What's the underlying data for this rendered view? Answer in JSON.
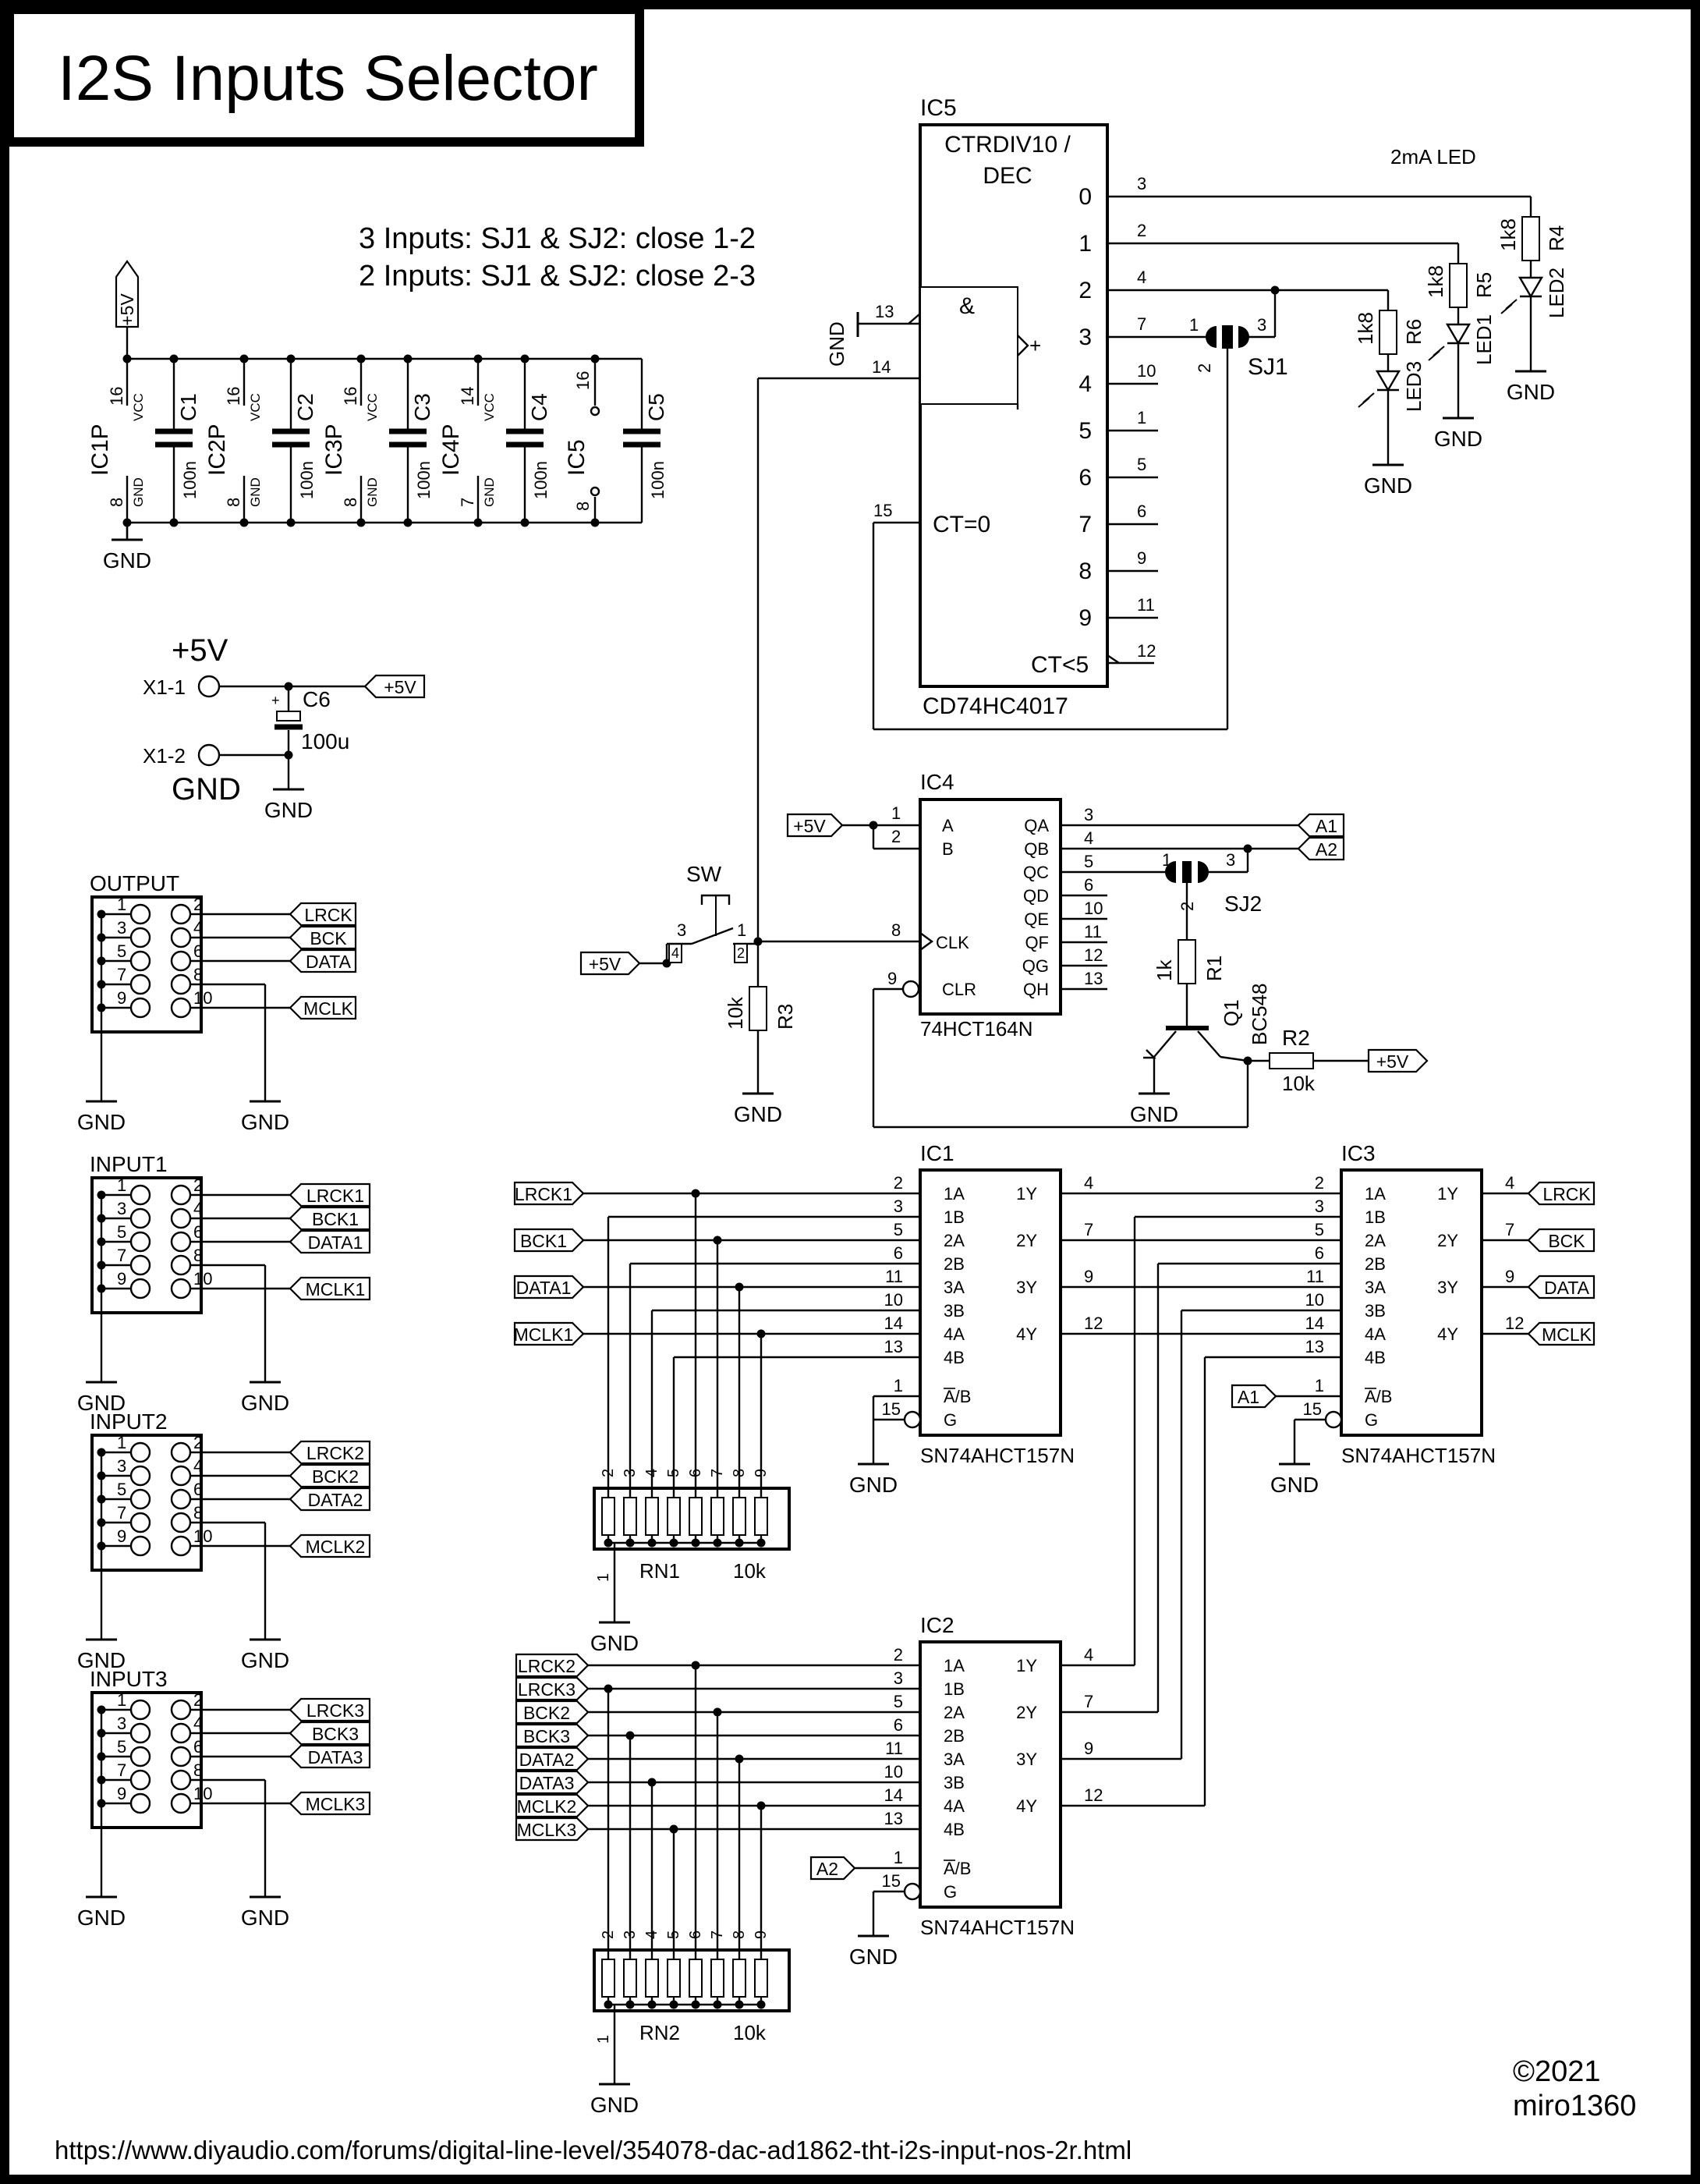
{
  "title": "I2S Inputs Selector",
  "notes": [
    "3 Inputs: SJ1 & SJ2: close 1-2",
    "2 Inputs: SJ1 & SJ2: close 2-3"
  ],
  "led_note": "2mA LED",
  "copyright": [
    "©2021",
    "miro1360"
  ],
  "url": "https://www.diyaudio.com/forums/digital-line-level/354078-dac-ad1862-tht-i2s-input-nos-2r.html",
  "power": {
    "vcc_label": "+5V",
    "gnd_label": "GND",
    "big_vcc": "+5V",
    "big_gnd": "GND",
    "x11": "X1-1",
    "x12": "X1-2",
    "c6": "C6",
    "c6_val": "100u",
    "plus": "+",
    "decoupling": [
      {
        "ic": "IC1P",
        "cap": "C1",
        "val": "100n",
        "vcc_pin": "16",
        "gnd_pin": "8",
        "vcc": "VCC",
        "gnd": "GND"
      },
      {
        "ic": "IC2P",
        "cap": "C2",
        "val": "100n",
        "vcc_pin": "16",
        "gnd_pin": "8",
        "vcc": "VCC",
        "gnd": "GND"
      },
      {
        "ic": "IC3P",
        "cap": "C3",
        "val": "100n",
        "vcc_pin": "16",
        "gnd_pin": "8",
        "vcc": "VCC",
        "gnd": "GND"
      },
      {
        "ic": "IC4P",
        "cap": "C4",
        "val": "100n",
        "vcc_pin": "14",
        "gnd_pin": "7",
        "vcc": "VCC",
        "gnd": "GND"
      }
    ],
    "ic5": {
      "ic": "IC5",
      "cap": "C5",
      "val": "100n",
      "vcc_pin": "16",
      "gnd_pin": "8"
    }
  },
  "ic5": {
    "ref": "IC5",
    "name": "CD74HC4017",
    "func": [
      "CTRDIV10 /",
      "DEC"
    ],
    "and": "&",
    "gt": "+",
    "ct0": "CT=0",
    "ctl5": "CT<5",
    "in_pins": [
      "13",
      "14",
      "15",
      "12"
    ],
    "outputs": [
      {
        "q": "0",
        "pin": "3"
      },
      {
        "q": "1",
        "pin": "2"
      },
      {
        "q": "2",
        "pin": "4"
      },
      {
        "q": "3",
        "pin": "7"
      },
      {
        "q": "4",
        "pin": "10"
      },
      {
        "q": "5",
        "pin": "1"
      },
      {
        "q": "6",
        "pin": "5"
      },
      {
        "q": "7",
        "pin": "6"
      },
      {
        "q": "8",
        "pin": "9"
      },
      {
        "q": "9",
        "pin": "11"
      }
    ]
  },
  "sj1": {
    "ref": "SJ1",
    "p1": "1",
    "p2": "2",
    "p3": "3"
  },
  "sj2": {
    "ref": "SJ2",
    "p1": "1",
    "p2": "2",
    "p3": "3"
  },
  "leds": [
    {
      "r": "R4",
      "rv": "1k8",
      "led": "LED2"
    },
    {
      "r": "R5",
      "rv": "1k8",
      "led": "LED1"
    },
    {
      "r": "R6",
      "rv": "1k8",
      "led": "LED3"
    }
  ],
  "ic4": {
    "ref": "IC4",
    "name": "74HCT164N",
    "pins_left": [
      {
        "n": "A",
        "p": "1"
      },
      {
        "n": "B",
        "p": "2"
      },
      {
        "n": "CLK",
        "p": "8"
      },
      {
        "n": "CLR",
        "p": "9"
      }
    ],
    "pins_right": [
      {
        "n": "QA",
        "p": "3"
      },
      {
        "n": "QB",
        "p": "4"
      },
      {
        "n": "QC",
        "p": "5"
      },
      {
        "n": "QD",
        "p": "6"
      },
      {
        "n": "QE",
        "p": "10"
      },
      {
        "n": "QF",
        "p": "11"
      },
      {
        "n": "QG",
        "p": "12"
      },
      {
        "n": "QH",
        "p": "13"
      }
    ]
  },
  "sw": {
    "ref": "SW",
    "p1": "1",
    "p2": "2",
    "p3": "3",
    "p4": "4"
  },
  "r3": {
    "ref": "R3",
    "val": "10k"
  },
  "r1": {
    "ref": "R1",
    "val": "1k"
  },
  "r2": {
    "ref": "R2",
    "val": "10k"
  },
  "q1": {
    "ref": "Q1",
    "part": "BC548"
  },
  "a1": "A1",
  "a2": "A2",
  "connectors": [
    {
      "title": "OUTPUT",
      "nets": [
        "LRCK",
        "BCK",
        "DATA",
        "MCLK"
      ]
    },
    {
      "title": "INPUT1",
      "nets": [
        "LRCK1",
        "BCK1",
        "DATA1",
        "MCLK1"
      ]
    },
    {
      "title": "INPUT2",
      "nets": [
        "LRCK2",
        "BCK2",
        "DATA2",
        "MCLK2"
      ]
    },
    {
      "title": "INPUT3",
      "nets": [
        "LRCK3",
        "BCK3",
        "DATA3",
        "MCLK3"
      ]
    }
  ],
  "conn_pins_odd": [
    "1",
    "3",
    "5",
    "7",
    "9"
  ],
  "conn_pins_even": [
    "2",
    "4",
    "6",
    "8",
    "10"
  ],
  "mux": {
    "part": "SN74AHCT157N",
    "left_pins": [
      {
        "n": "1A",
        "p": "2"
      },
      {
        "n": "1B",
        "p": "3"
      },
      {
        "n": "2A",
        "p": "5"
      },
      {
        "n": "2B",
        "p": "6"
      },
      {
        "n": "3A",
        "p": "11"
      },
      {
        "n": "3B",
        "p": "10"
      },
      {
        "n": "4A",
        "p": "14"
      },
      {
        "n": "4B",
        "p": "13"
      }
    ],
    "right_pins": [
      {
        "n": "1Y",
        "p": "4"
      },
      {
        "n": "2Y",
        "p": "7"
      },
      {
        "n": "3Y",
        "p": "9"
      },
      {
        "n": "4Y",
        "p": "12"
      }
    ],
    "sel": {
      "n": "A/B",
      "p": "1"
    },
    "g": {
      "n": "G",
      "p": "15"
    },
    "ic1": "IC1",
    "ic2": "IC2",
    "ic3": "IC3"
  },
  "ic1_inputs": [
    "LRCK1",
    "BCK1",
    "DATA1",
    "MCLK1"
  ],
  "ic2_inputs": [
    "LRCK2",
    "LRCK3",
    "BCK2",
    "BCK3",
    "DATA2",
    "DATA3",
    "MCLK2",
    "MCLK3"
  ],
  "ic3_outputs": [
    "LRCK",
    "BCK",
    "DATA",
    "MCLK"
  ],
  "rn": {
    "rn1": "RN1",
    "rn2": "RN2",
    "val": "10k",
    "pins": [
      "2",
      "3",
      "4",
      "5",
      "6",
      "7",
      "8",
      "9"
    ],
    "pin1": "1"
  }
}
